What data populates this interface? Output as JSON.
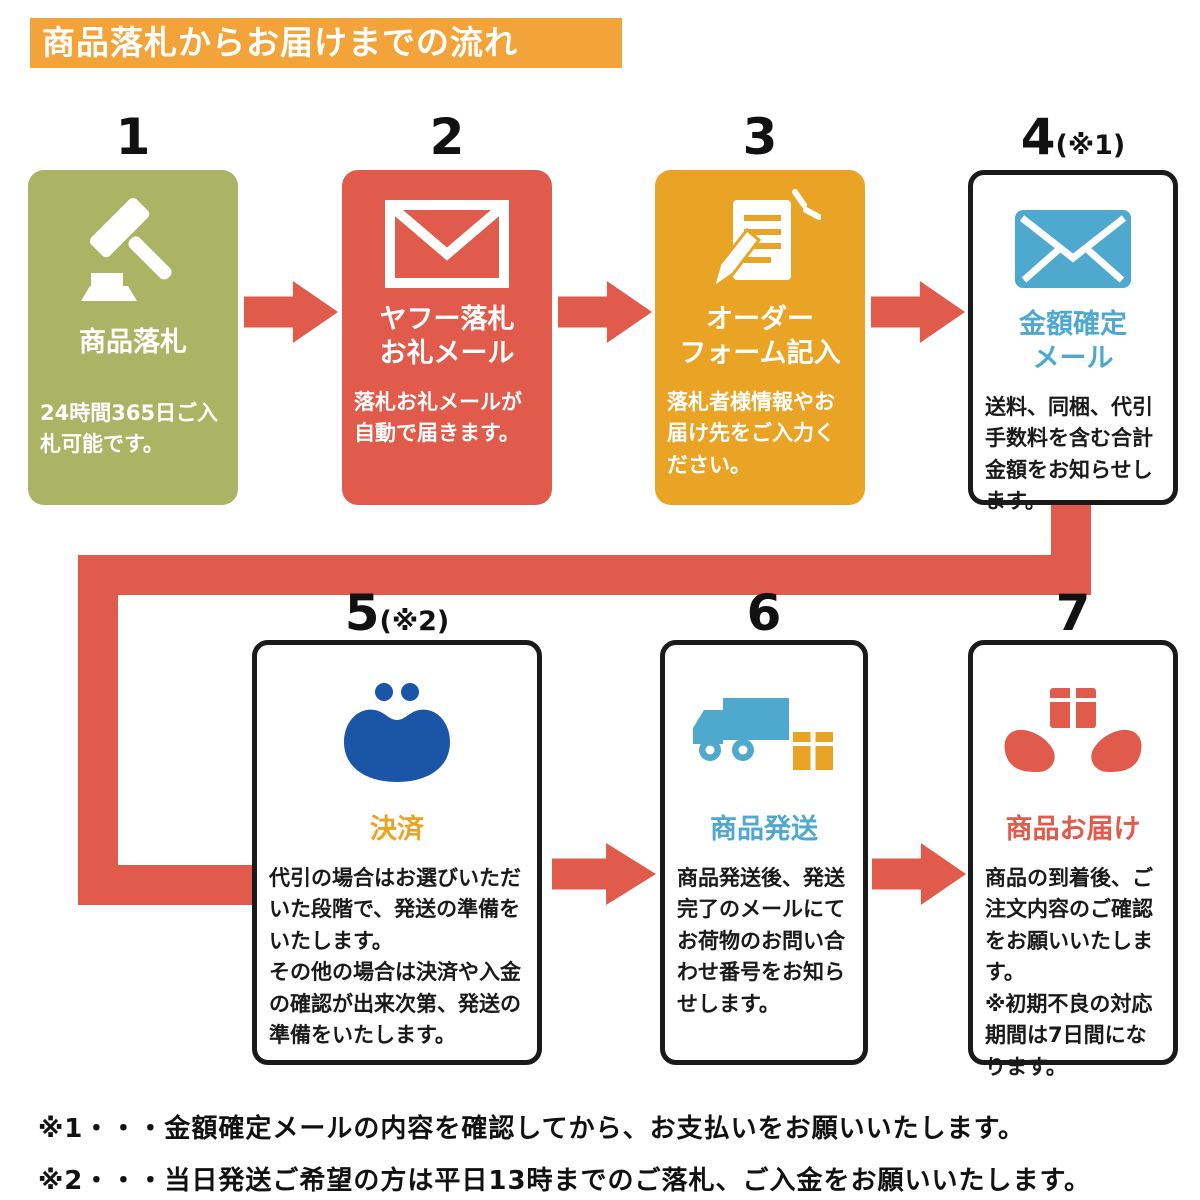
{
  "banner": {
    "title": "商品落札からお届けまでの流れ",
    "bg_color": "#F2A43A",
    "text_color": "#FFFFFF"
  },
  "steps": [
    {
      "number": "1",
      "suffix": "",
      "title": "商品落札",
      "body": "24時間365日ご入札可能です。",
      "color": "#ABB364",
      "style": "solid",
      "icon": "gavel-icon"
    },
    {
      "number": "2",
      "suffix": "",
      "title": "ヤフー落札\nお礼メール",
      "body": "落札お礼メールが自動で届きます。",
      "color": "#E05B4B",
      "style": "solid",
      "icon": "mail-outline-icon"
    },
    {
      "number": "3",
      "suffix": "",
      "title": "オーダー\nフォーム記入",
      "body": "落札者様情報やお届け先をご入力ください。",
      "color": "#E9A325",
      "style": "solid",
      "icon": "order-form-icon"
    },
    {
      "number": "4",
      "suffix": "(※1)",
      "title": "金額確定\nメール",
      "body": "送料、同梱、代引手数料を含む合計金額をお知らせします。",
      "color": "#4FA8CE",
      "style": "outline",
      "icon": "mail-solid-icon"
    },
    {
      "number": "5",
      "suffix": "(※2)",
      "title": "決済",
      "body": "代引の場合はお選びいただいた段階で、発送の準備をいたします。\nその他の場合は決済や入金の確認が出来次第、発送の準備をいたします。",
      "color": "#E9A325",
      "style": "outline",
      "icon": "coin-purse-icon",
      "icon_color": "#1B55A8"
    },
    {
      "number": "6",
      "suffix": "",
      "title": "商品発送",
      "body": "商品発送後、発送完了のメールにてお荷物のお問い合わせ番号をお知らせします。",
      "color": "#4FA8CE",
      "style": "outline",
      "icon": "truck-box-icon",
      "box_color": "#E9A325"
    },
    {
      "number": "7",
      "suffix": "",
      "title": "商品お届け",
      "body": "商品の到着後、ご注文内容のご確認をお願いいたします。\n※初期不良の対応期間は7日間になります。",
      "color": "#E05B4B",
      "style": "outline",
      "icon": "delivery-hands-icon"
    }
  ],
  "footnotes": [
    "※1・・・金額確定メールの内容を確認してから、お支払いをお願いいたします。",
    "※2・・・当日発送ご希望の方は平日13時までのご落札、ご入金をお願いいたします。"
  ],
  "colors": {
    "orange": "#E9A325",
    "banner_orange": "#F2A43A",
    "red": "#E05B4B",
    "olive": "#ABB364",
    "blue": "#4FA8CE",
    "navy": "#1B55A8",
    "text_black": "#111111"
  }
}
